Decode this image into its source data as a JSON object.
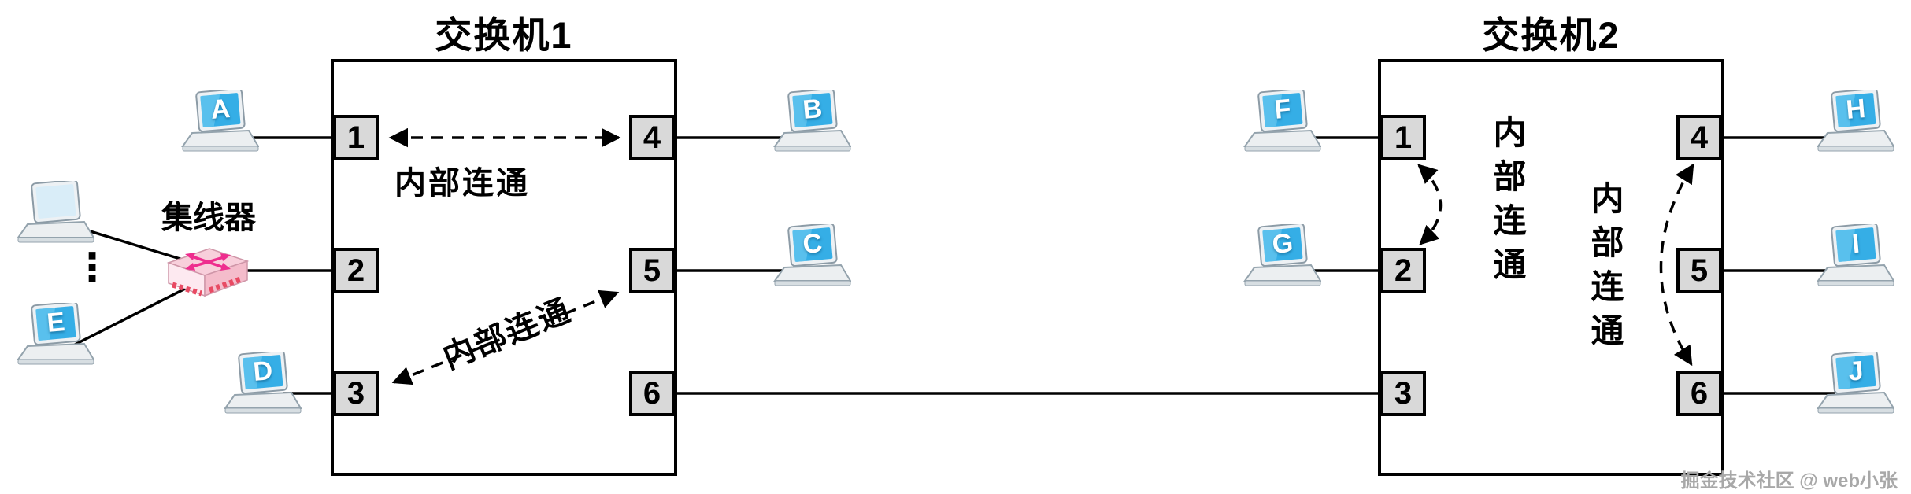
{
  "diagram": {
    "type": "network-topology",
    "switches": [
      {
        "title": "交换机1",
        "ports": [
          "1",
          "2",
          "3",
          "4",
          "5",
          "6"
        ],
        "internal_links": [
          {
            "label": "内部连通",
            "between": [
              "1",
              "4"
            ]
          },
          {
            "label": "内部连通",
            "between": [
              "3",
              "5"
            ]
          }
        ]
      },
      {
        "title": "交换机2",
        "ports": [
          "1",
          "2",
          "3",
          "4",
          "5",
          "6"
        ],
        "internal_links": [
          {
            "label": "内部连通",
            "between": [
              "1",
              "2"
            ]
          },
          {
            "label": "内部连通",
            "between": [
              "4",
              "6"
            ]
          }
        ]
      }
    ],
    "hub": {
      "label": "集线器",
      "ellipsis": "⋮"
    },
    "hosts": [
      "A",
      "B",
      "C",
      "D",
      "E",
      "F",
      "G",
      "H",
      "I",
      "J"
    ],
    "cables": [
      "A — switch1.port1",
      "hub — switch1.port2",
      "D — switch1.port3",
      "B — switch1.port4",
      "C — switch1.port5",
      "switch1.port6 — switch2.port3",
      "unlabeled-host — hub",
      "E — hub",
      "F — switch2.port1",
      "G — switch2.port2",
      "H — switch2.port4",
      "I — switch2.port5",
      "J — switch2.port6"
    ],
    "watermark": "掘金技术社区 @ web小张"
  }
}
